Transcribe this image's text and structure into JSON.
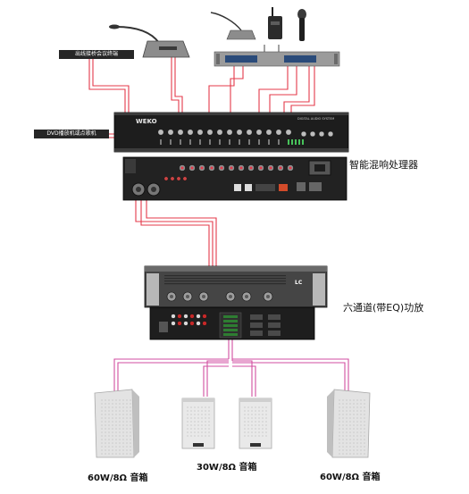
{
  "labels": {
    "mixer": "智能混响处理器",
    "amplifier": "六通道(带EQ)功放",
    "speaker_left": "60W/8Ω 音箱",
    "speaker_center": "30W/8Ω 音箱",
    "speaker_right": "60W/8Ω 音箱"
  },
  "tags": {
    "tag_top": "出线接桥会议终端",
    "tag_mid": "DVD播放机或点歌机"
  },
  "device_text": {
    "mixer_logo": "WEKO",
    "amp_brand": "LC"
  },
  "colors": {
    "cable": "#e43a4a",
    "cable_outline": "#b71c2c",
    "speaker_cable": "#d14ea0",
    "device_dark": "#1d1d1d",
    "device_silver": "#c9c9c9"
  }
}
